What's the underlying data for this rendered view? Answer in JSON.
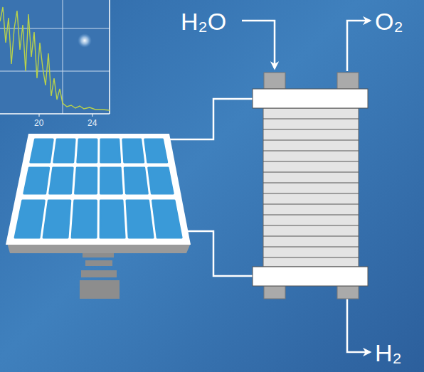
{
  "diagram": {
    "labels": [
      "H₂O",
      "O₂",
      "H₂",
      "20",
      "24"
    ]
  }
}
